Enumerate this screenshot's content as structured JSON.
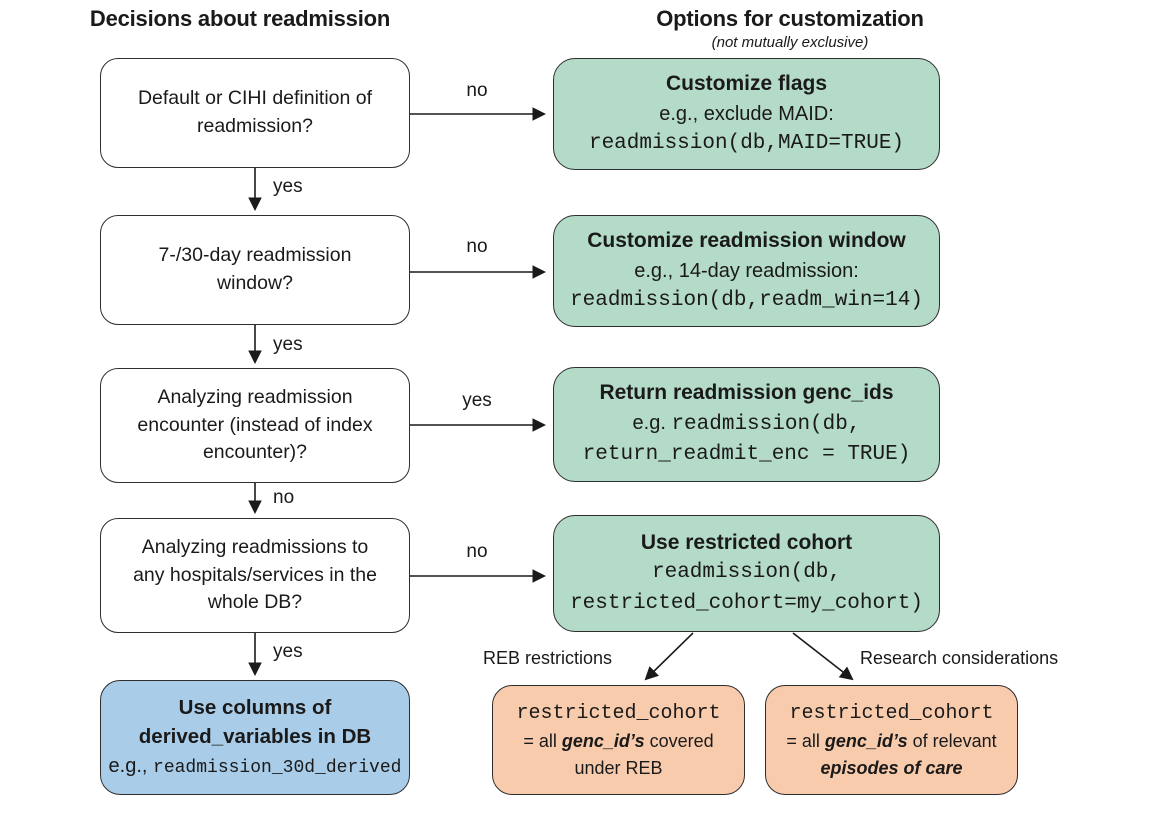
{
  "titles": {
    "left": "Decisions about readmission",
    "right": "Options for customization",
    "right_subtitle": "(not mutually exclusive)"
  },
  "colors": {
    "option_fill": "#b4dac8",
    "derived_fill": "#a9cce8",
    "cohort_fill": "#f8cbad",
    "line": "#1a1a1a"
  },
  "decisions": [
    {
      "text": "Default or CIHI definition of\nreadmission?"
    },
    {
      "text": "7-/30-day readmission\nwindow?"
    },
    {
      "text": "Analyzing readmission\nencounter (instead of index\nencounter)?"
    },
    {
      "text": "Analyzing readmissions to\nany hospitals/services in the\nwhole DB?"
    }
  ],
  "options": [
    {
      "title": "Customize flags",
      "subtitle": "e.g., exclude MAID:",
      "code": "readmission(db,MAID=TRUE)"
    },
    {
      "title": "Customize readmission window",
      "subtitle": "e.g., 14-day readmission:",
      "code": "readmission(db,readm_win=14)"
    },
    {
      "title": "Return readmission genc_ids",
      "example_prefix": "e.g. ",
      "code_line1": "readmission(db,",
      "code_line2": "return_readmit_enc = TRUE)"
    },
    {
      "title": "Use restricted cohort",
      "code_line1": "readmission(db,",
      "code_line2": "restricted_cohort=my_cohort)"
    }
  ],
  "derived_box": {
    "title_line1": "Use columns of",
    "title_line2": "derived_variables in DB",
    "example_prefix": "e.g., ",
    "code": "readmission_30d_derived"
  },
  "cohort_boxes": [
    {
      "code": "restricted_cohort",
      "line2_prefix": "= all ",
      "line2_emphasis": "genc_id’s",
      "line2_suffix": " covered",
      "line3": "under REB"
    },
    {
      "code": "restricted_cohort",
      "line2_prefix": "= all ",
      "line2_emphasis": "genc_id’s",
      "line2_suffix": " of relevant",
      "line3_emphasis": "episodes of care"
    }
  ],
  "edge_labels": {
    "d1_right": "no",
    "d2_right": "no",
    "d3_right": "yes",
    "d4_right": "no",
    "d1_down": "yes",
    "d2_down": "yes",
    "d3_down": "no",
    "d4_down": "yes"
  },
  "branch_labels": {
    "left": "REB restrictions",
    "right": "Research considerations"
  }
}
